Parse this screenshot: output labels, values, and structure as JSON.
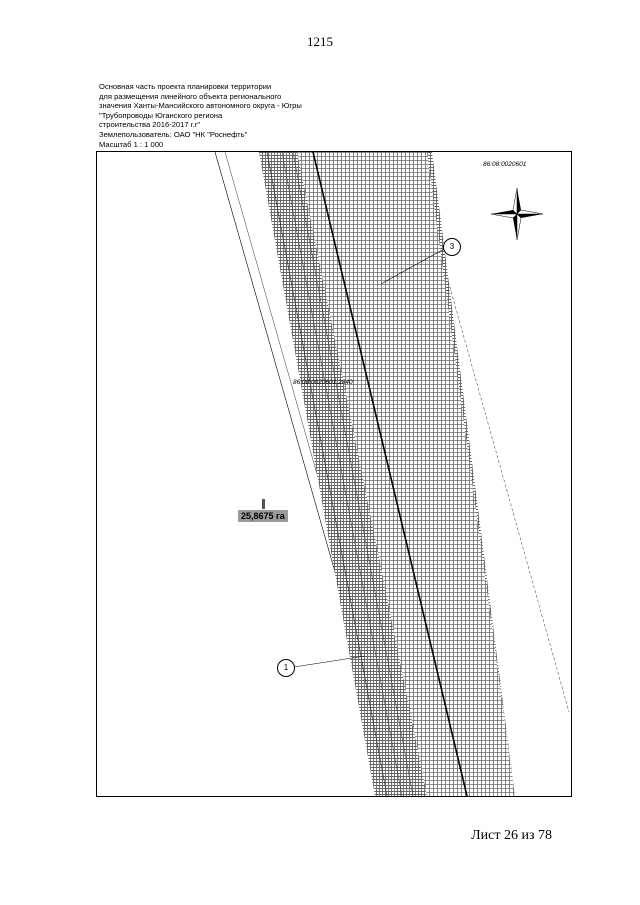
{
  "page": {
    "number": "1215",
    "sheet": "Лист 26 из 78"
  },
  "header": {
    "lines": [
      "Основная часть проекта планировки территории",
      "для размещения линейного объекта регионального",
      "значения Ханты-Мансийского автономного округа - Югры",
      "\"Трубопроводы Юганского региона",
      "строительства 2016-2017 г.г\"",
      "Землепользователь: ОАО \"НК \"Роснефть\"",
      "Масштаб 1 : 1 000"
    ]
  },
  "map": {
    "cadastral_top": "86:08:0020601",
    "cadastral_mid": "86:08:0020601:2840",
    "area_label": "25,8675 га",
    "callouts": [
      "3",
      "1"
    ],
    "compass_icon": "north-arrow-compass-icon",
    "colors": {
      "hatch": "#6b6b6b",
      "pipeline": "#000000",
      "area_bg": "#9a9a9a"
    }
  }
}
